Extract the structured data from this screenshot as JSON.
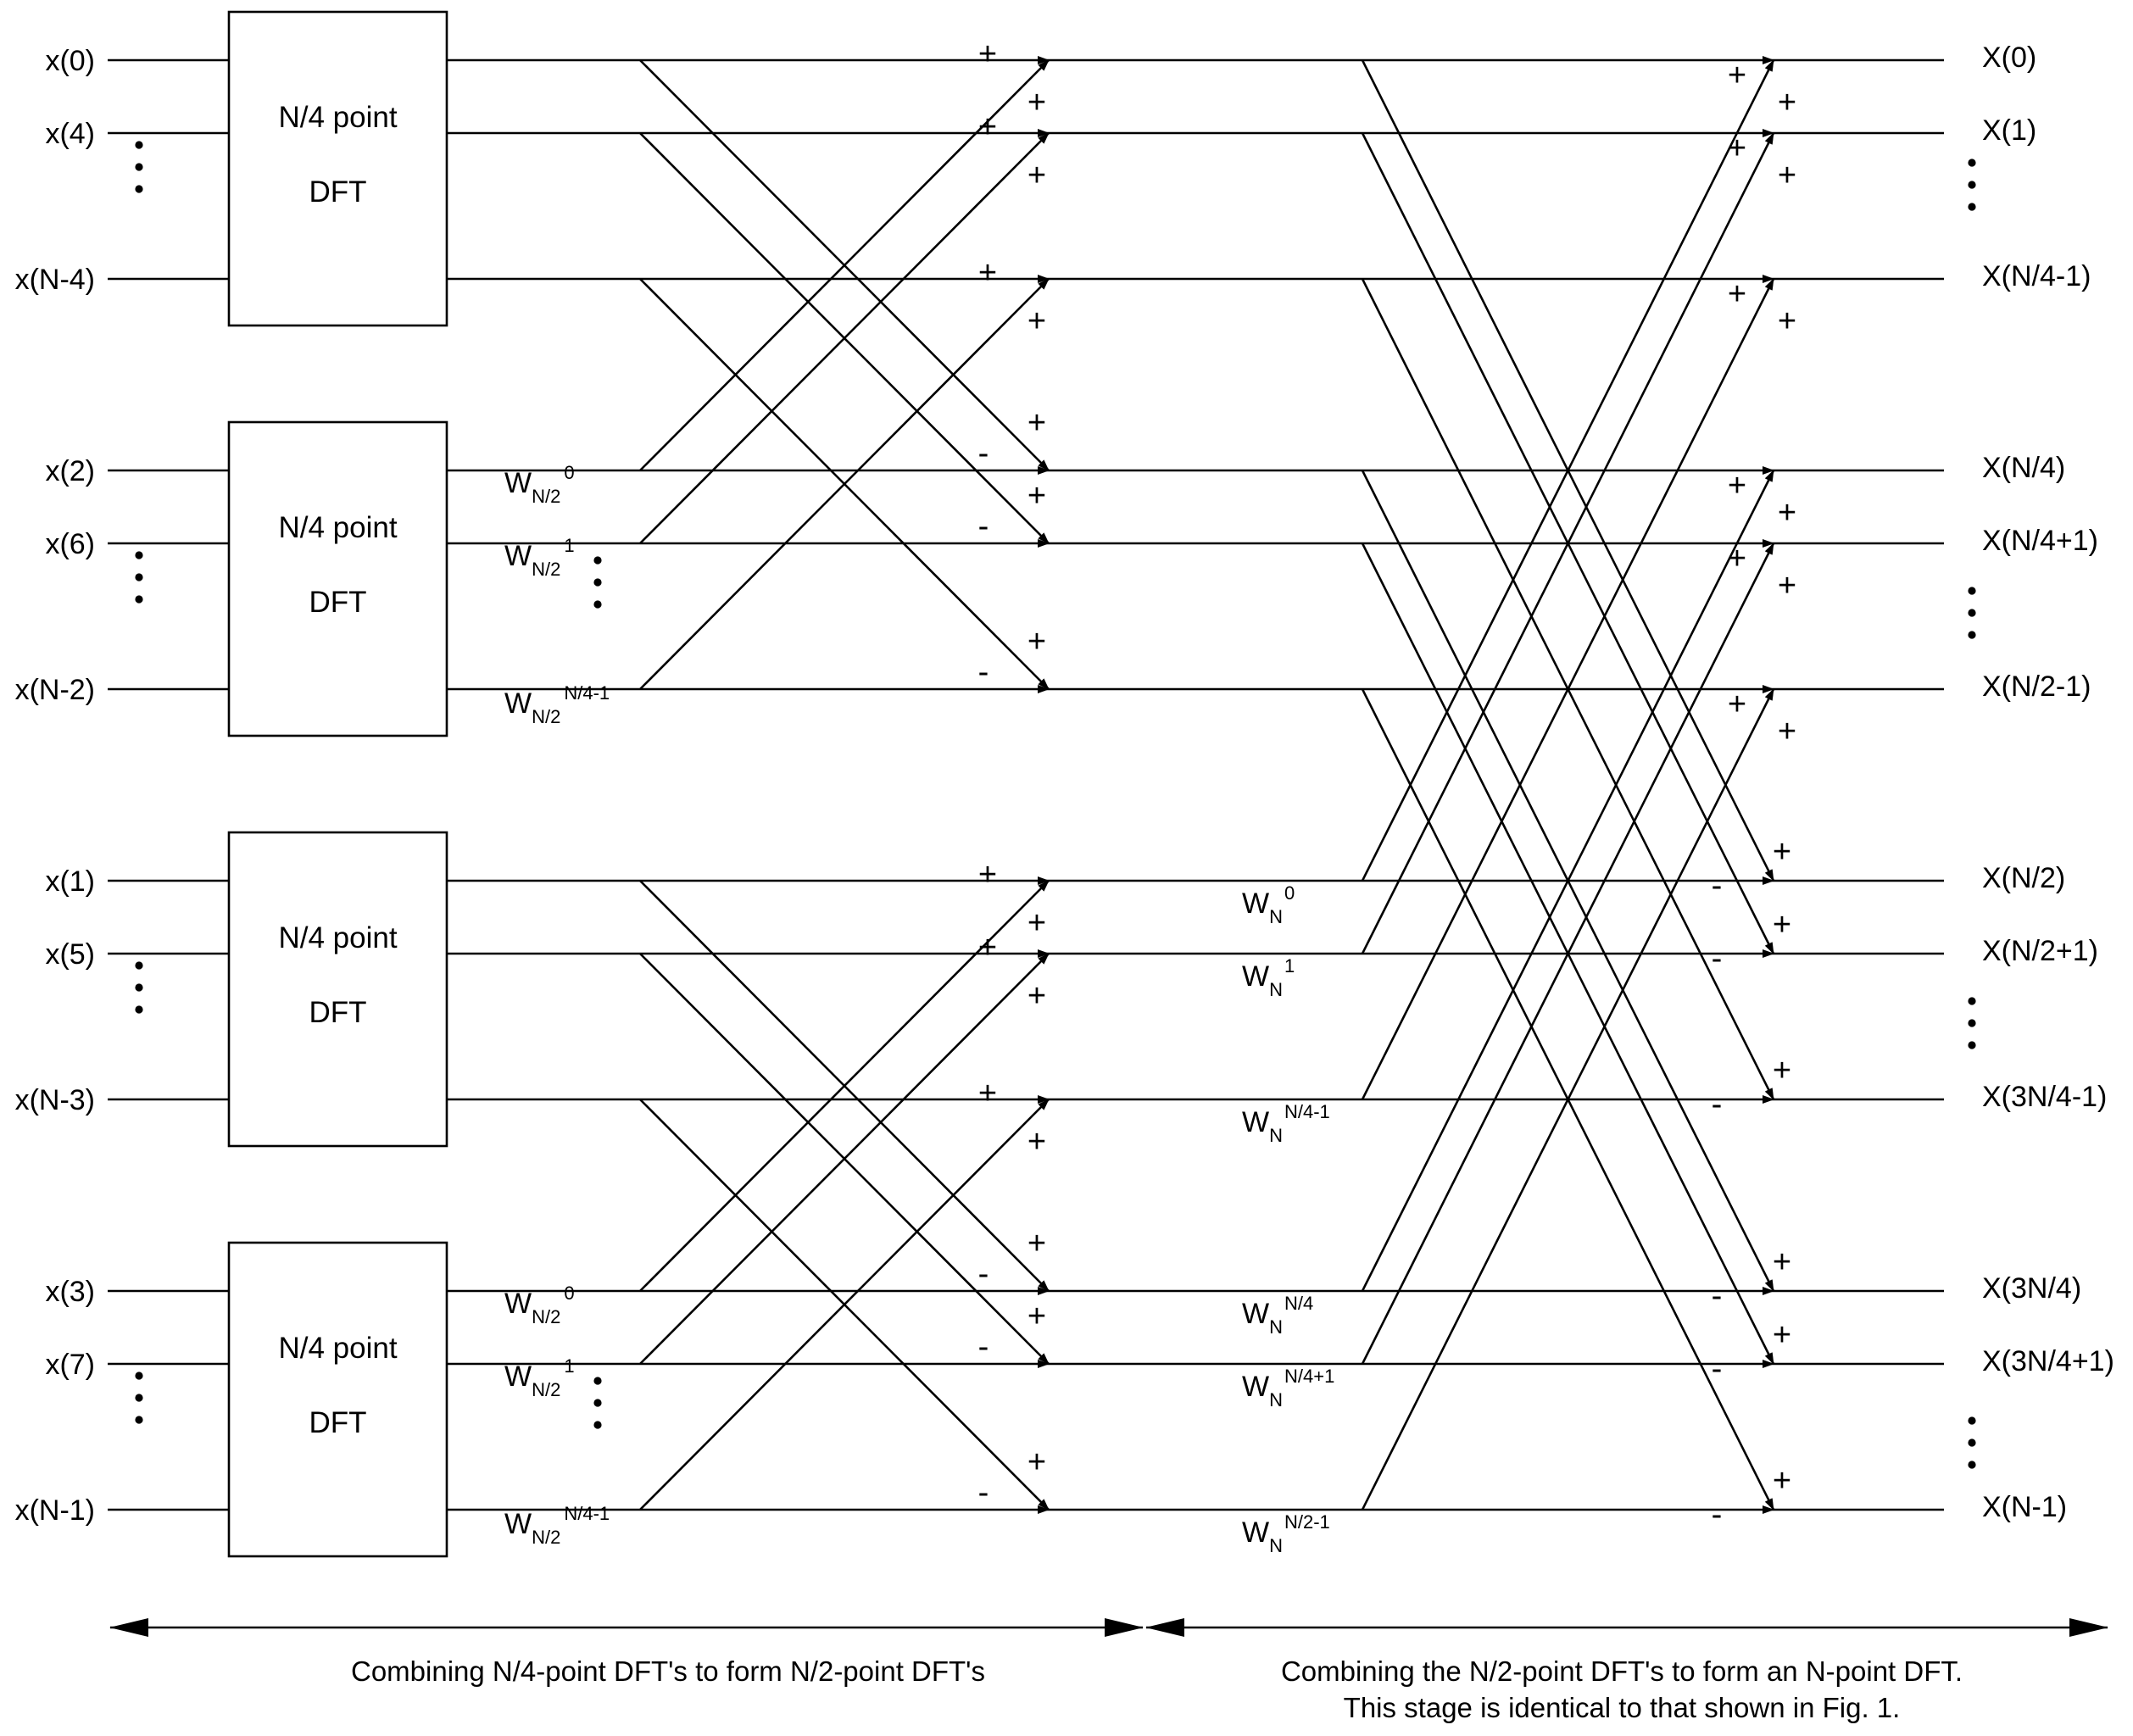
{
  "inputs": [
    [
      "x(0)",
      "x(4)",
      "x(N-4)"
    ],
    [
      "x(2)",
      "x(6)",
      "x(N-2)"
    ],
    [
      "x(1)",
      "x(5)",
      "x(N-3)"
    ],
    [
      "x(3)",
      "x(7)",
      "x(N-1)"
    ]
  ],
  "outputs": [
    "X(0)",
    "X(1)",
    "X(N/4-1)",
    "X(N/4)",
    "X(N/4+1)",
    "X(N/2-1)",
    "X(N/2)",
    "X(N/2+1)",
    "X(3N/4-1)",
    "X(3N/4)",
    "X(3N/4+1)",
    "X(N-1)"
  ],
  "dft_box": {
    "line1": "N/4 point",
    "line2": "DFT"
  },
  "stage1_twiddles": [
    {
      "base": "W",
      "sub": "N/2",
      "sup": "0"
    },
    {
      "base": "W",
      "sub": "N/2",
      "sup": "1"
    },
    {
      "base": "W",
      "sub": "N/2",
      "sup": "N/4-1"
    }
  ],
  "stage2_twiddles": [
    {
      "base": "W",
      "sub": "N",
      "sup": "0"
    },
    {
      "base": "W",
      "sub": "N",
      "sup": "1"
    },
    {
      "base": "W",
      "sub": "N",
      "sup": "N/4-1"
    },
    {
      "base": "W",
      "sub": "N",
      "sup": "N/4"
    },
    {
      "base": "W",
      "sub": "N",
      "sup": "N/4+1"
    },
    {
      "base": "W",
      "sub": "N",
      "sup": "N/2-1"
    }
  ],
  "signs": {
    "plus": "+",
    "minus": "-"
  },
  "captions": {
    "stage1": "Combining N/4-point DFT's to form  N/2-point DFT's",
    "stage2_line1": "Combining the N/2-point DFT's to form an N-point DFT.",
    "stage2_line2": "This stage is identical to that shown in Fig. 1."
  }
}
